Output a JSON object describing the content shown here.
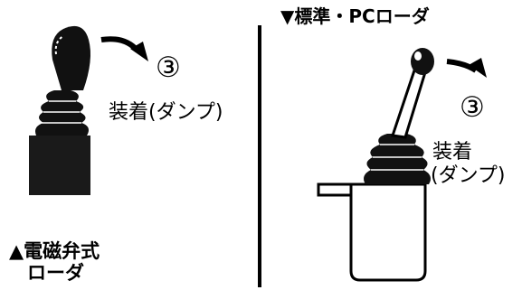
{
  "left_panel": {
    "step_marker": "③",
    "action_label": "装着(ダンプ)",
    "caption_line1": "▲電磁弁式",
    "caption_line2": "ローダ"
  },
  "right_panel": {
    "title": "▼標準・PCローダ",
    "step_marker": "③",
    "action_label_line1": "装着",
    "action_label_line2": "(ダンプ)"
  },
  "colors": {
    "ink": "#000000",
    "paper": "#ffffff",
    "shading": "#555555"
  },
  "icons": [
    "electromagnetic-valve-joystick-icon",
    "standard-pc-joystick-icon",
    "direction-arrow-icon"
  ]
}
